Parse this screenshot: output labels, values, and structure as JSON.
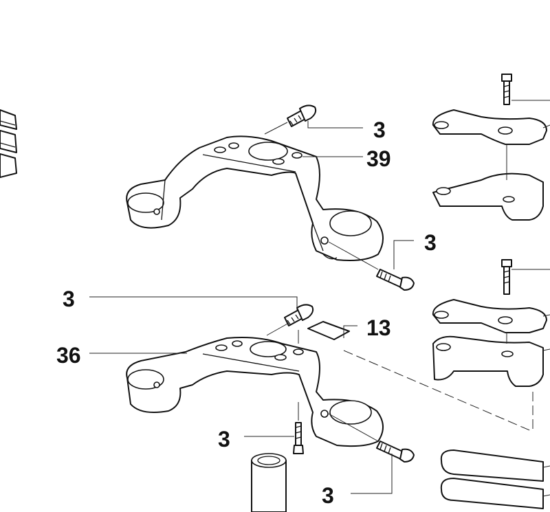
{
  "callouts": {
    "upper_bolt": "3",
    "upper_yoke": "39",
    "upper_pinch_bolt": "3",
    "lower_bolt": "3",
    "shim": "13",
    "lower_yoke": "36",
    "stem_bolt": "3",
    "lower_pinch_bolt": "3"
  }
}
